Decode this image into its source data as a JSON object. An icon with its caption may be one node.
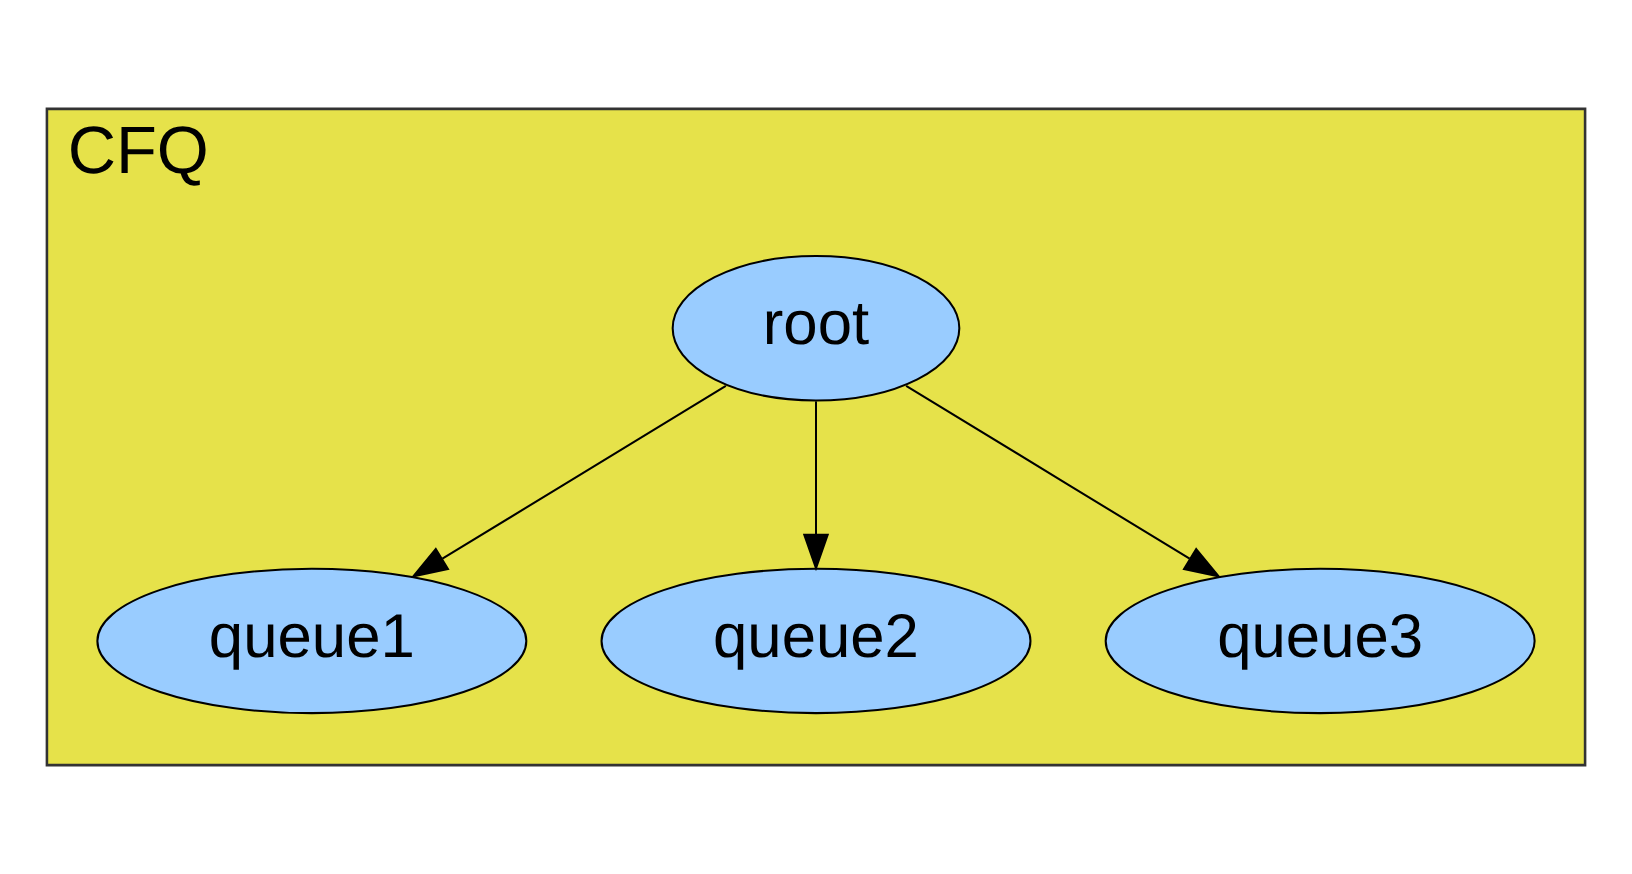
{
  "diagram": {
    "nodes": [
      {
        "text": [
          "CFQ"
        ]
      },
      {
        "text": [
          "root"
        ],
        "in": 0
      },
      {
        "text": [
          "queue1"
        ],
        "in": 0
      },
      {
        "text": [
          "queue2"
        ],
        "in": 0
      },
      {
        "text": [
          "queue3"
        ],
        "in": 0
      }
    ],
    "edges": [
      {
        "from": 1,
        "to": 2,
        "arrow": "to"
      },
      {
        "from": 1,
        "to": 3,
        "arrow": "to"
      },
      {
        "from": 1,
        "to": 4,
        "arrow": "to"
      }
    ]
  }
}
